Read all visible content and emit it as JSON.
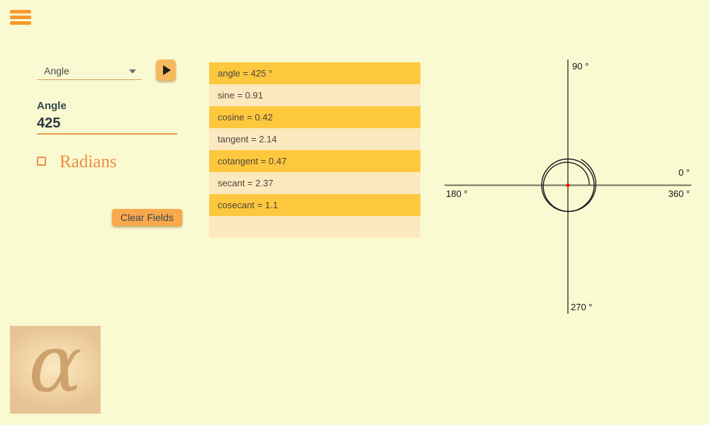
{
  "app": {
    "background": "#FAFAD2"
  },
  "menu": {
    "icon": "hamburger-icon",
    "color": "#F8992B"
  },
  "form": {
    "mode_select": {
      "value": "Angle"
    },
    "run_button": {
      "icon": "play-icon"
    },
    "angle_field": {
      "label": "Angle",
      "value": "425"
    },
    "radians_checkbox": {
      "label": "Radians",
      "checked": false
    },
    "clear_button": {
      "label": "Clear Fields"
    }
  },
  "results": {
    "rows": [
      {
        "text": "angle = 425 °",
        "highlight": true
      },
      {
        "text": "sine = 0.91",
        "highlight": false
      },
      {
        "text": "cosine = 0.42",
        "highlight": true
      },
      {
        "text": "tangent = 2.14",
        "highlight": false
      },
      {
        "text": "cotangent = 0.47",
        "highlight": true
      },
      {
        "text": "secant = 2.37",
        "highlight": false
      },
      {
        "text": "cosecant = 1.1",
        "highlight": true
      },
      {
        "text": "",
        "highlight": false
      }
    ],
    "highlight_color": "#FEC83E",
    "alt_color": "#FCE9BF"
  },
  "graph": {
    "angle_deg": 425,
    "axis_labels": {
      "top": "90 °",
      "bottom": "270 °",
      "right_above": "0 °",
      "right_below": "360 °",
      "left_below": "180 °"
    },
    "axis_color": "#72725E",
    "curve_color": "#1C1C1C",
    "origin_dot_color": "#FF1500"
  },
  "logo": {
    "glyph": "α"
  }
}
